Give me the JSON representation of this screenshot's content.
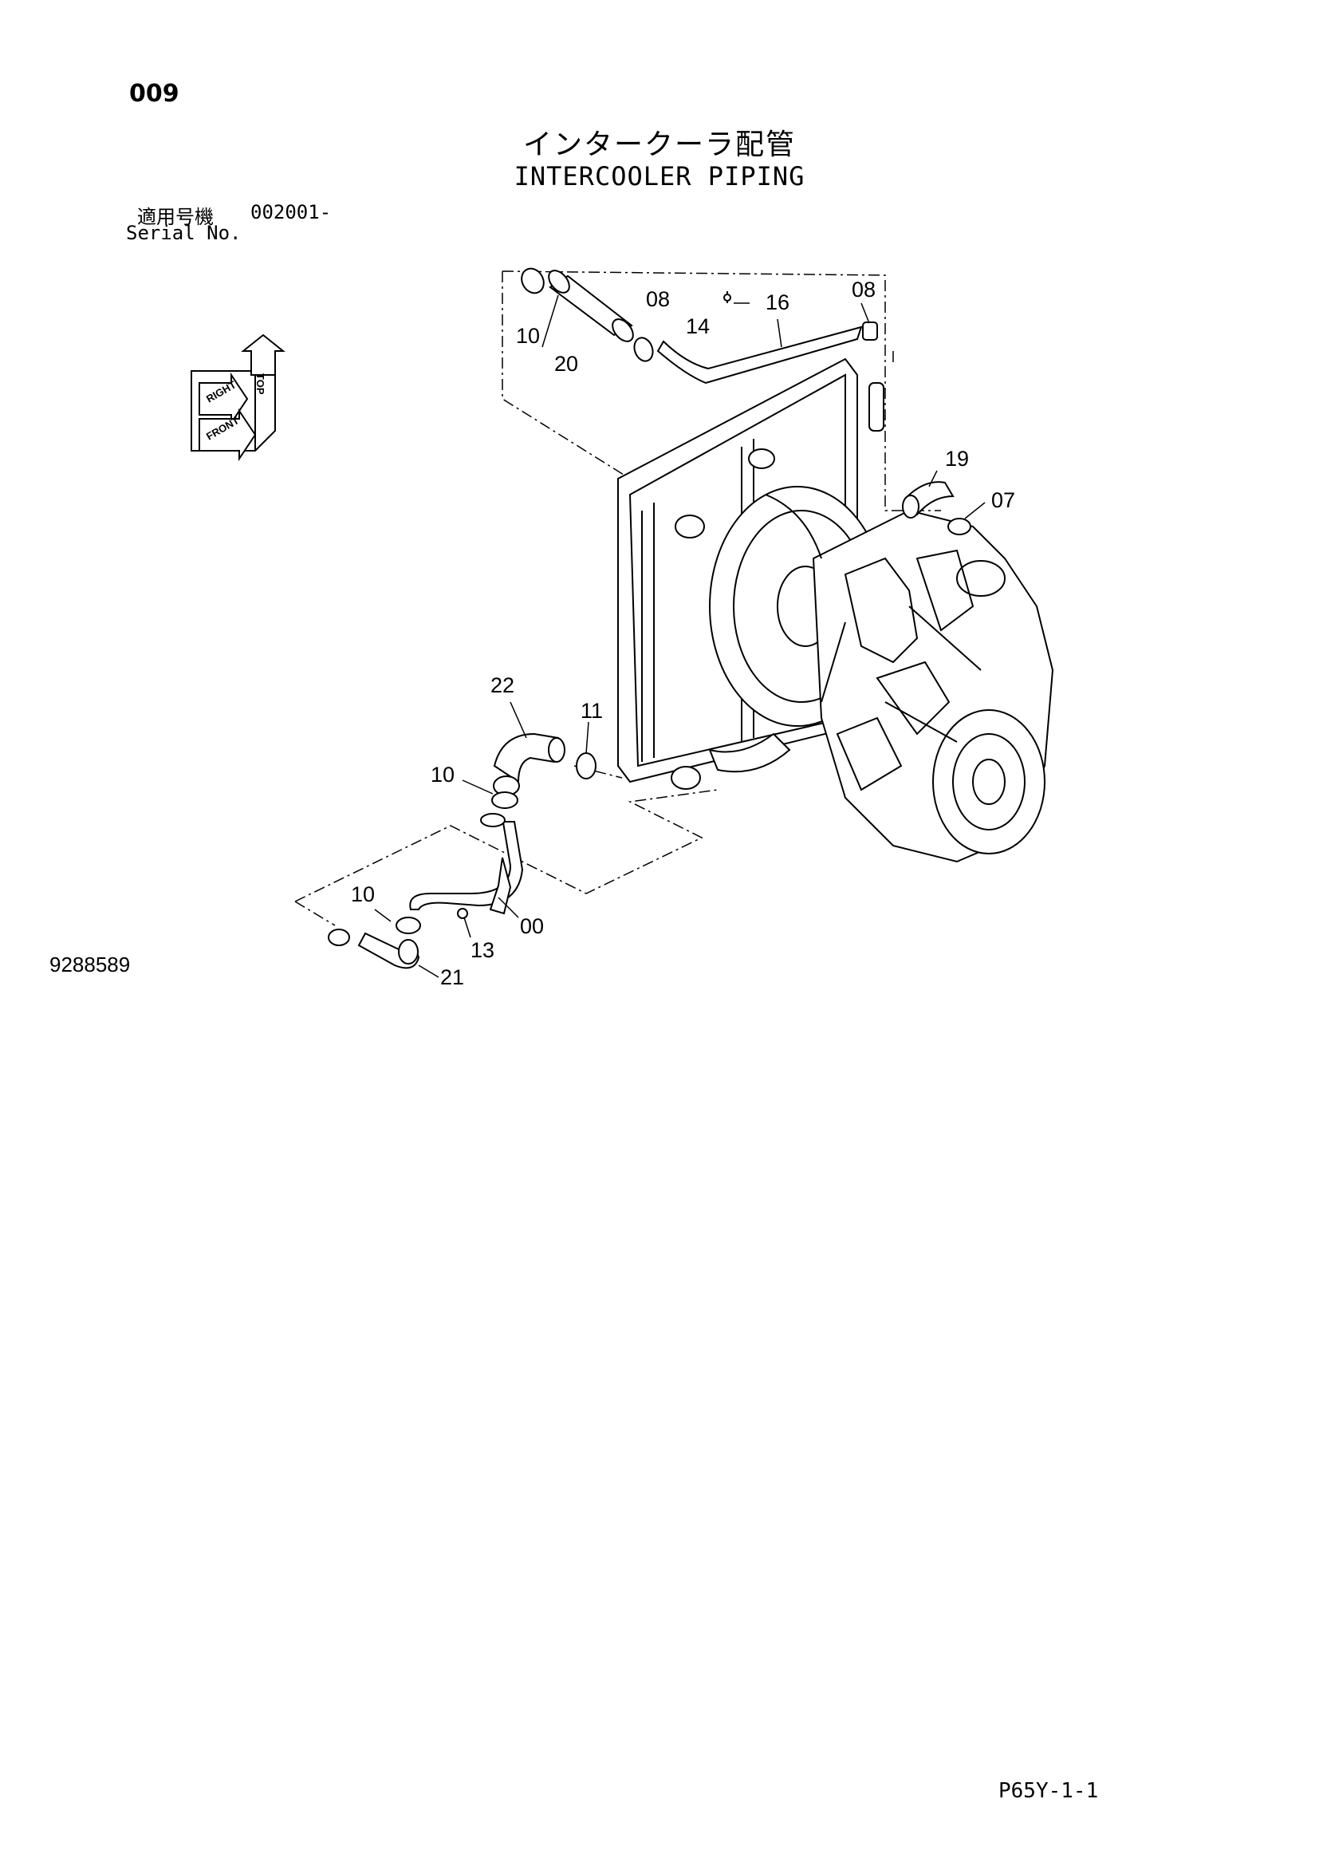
{
  "header": {
    "page_number": "009",
    "title_jp": "インタークーラ配管",
    "title_en": "INTERCOOLER PIPING"
  },
  "serial": {
    "label_jp": "適用号機",
    "value": "002001-",
    "label_en": "Serial No."
  },
  "orientation": {
    "top": "TOP",
    "right": "RIGHT",
    "front": "FRONT"
  },
  "callouts": {
    "c10a": "10",
    "c20": "20",
    "c08a": "08",
    "c14": "14",
    "c16": "16",
    "c08b": "08",
    "c19": "19",
    "c07": "07",
    "c22": "22",
    "c11": "11",
    "c10b": "10",
    "c10c": "10",
    "c00": "00",
    "c13": "13",
    "c21": "21"
  },
  "footer": {
    "drawing_number": "9288589",
    "page_code": "P65Y-1-1"
  }
}
